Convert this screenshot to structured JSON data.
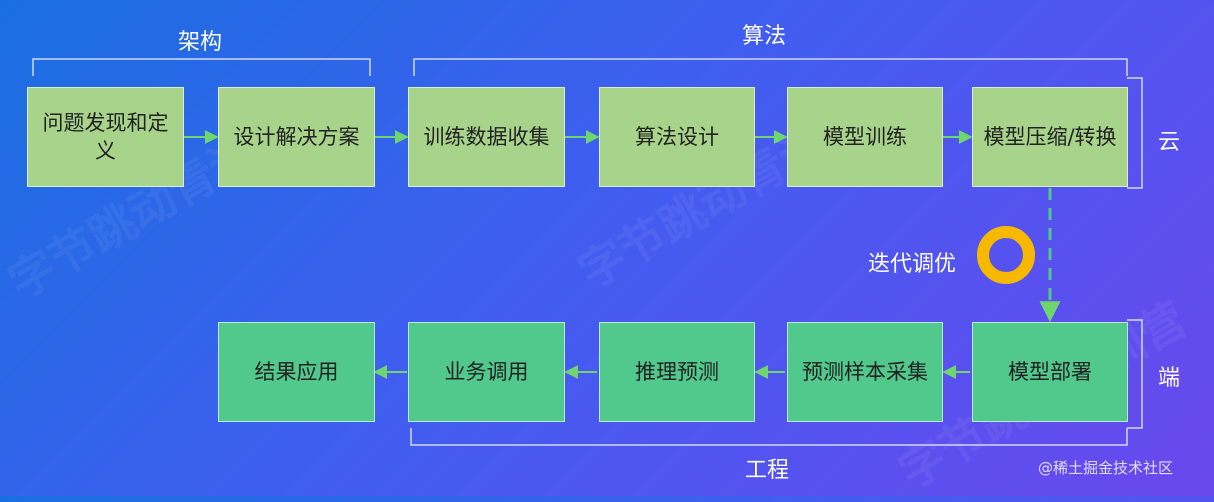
{
  "groups": {
    "architecture": "架构",
    "algorithm": "算法",
    "engineering": "工程"
  },
  "sides": {
    "cloud": "云",
    "edge": "端"
  },
  "top_row": [
    "问题发现和定义",
    "设计解决方案",
    "训练数据收集",
    "算法设计",
    "模型训练",
    "模型压缩/转换"
  ],
  "bottom_row": [
    "结果应用",
    "业务调用",
    "推理预测",
    "预测样本采集",
    "模型部署"
  ],
  "iteration_label": "迭代调优",
  "credit": "@稀土掘金技术社区",
  "colors": {
    "top_box": "#a8d38a",
    "bottom_box": "#52c98c",
    "arrow": "#6fd56f",
    "ring": "#f7b800"
  }
}
